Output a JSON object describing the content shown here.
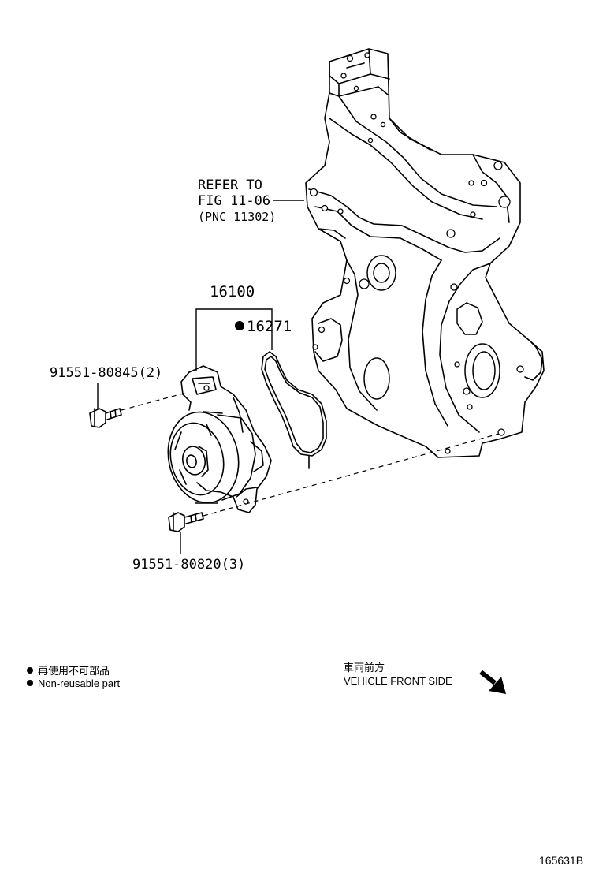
{
  "callouts": {
    "refer_line1": "REFER TO",
    "refer_line2": "FIG 11-06",
    "refer_line3": "(PNC 11302)",
    "pump_assy": "16100",
    "gasket": "16271",
    "bolt_upper": "91551-80845(2)",
    "bolt_lower": "91551-80820(3)"
  },
  "legend": {
    "non_reusable_jp": "再使用不可部品",
    "non_reusable_en": "Non-reusable part"
  },
  "direction": {
    "label_jp": "車両前方",
    "label_en": "VEHICLE FRONT SIDE",
    "icon": "arrow-down-right-icon"
  },
  "figure_id": "165631B"
}
